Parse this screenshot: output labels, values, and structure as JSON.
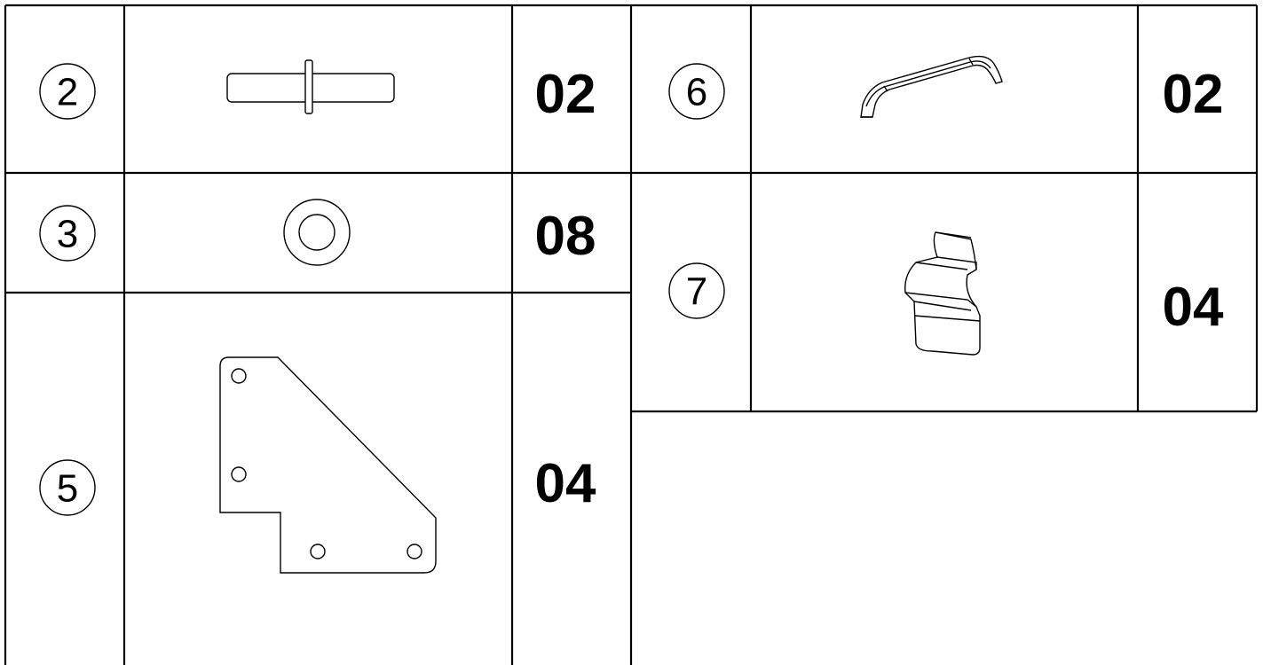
{
  "parts": [
    {
      "number": "2",
      "quantity": "02",
      "icon": "pin-icon"
    },
    {
      "number": "3",
      "quantity": "08",
      "icon": "washer-icon"
    },
    {
      "number": "5",
      "quantity": "04",
      "icon": "corner-plate-icon"
    },
    {
      "number": "6",
      "quantity": "02",
      "icon": "handle-icon"
    },
    {
      "number": "7",
      "quantity": "04",
      "icon": "bracket-clip-icon"
    }
  ]
}
